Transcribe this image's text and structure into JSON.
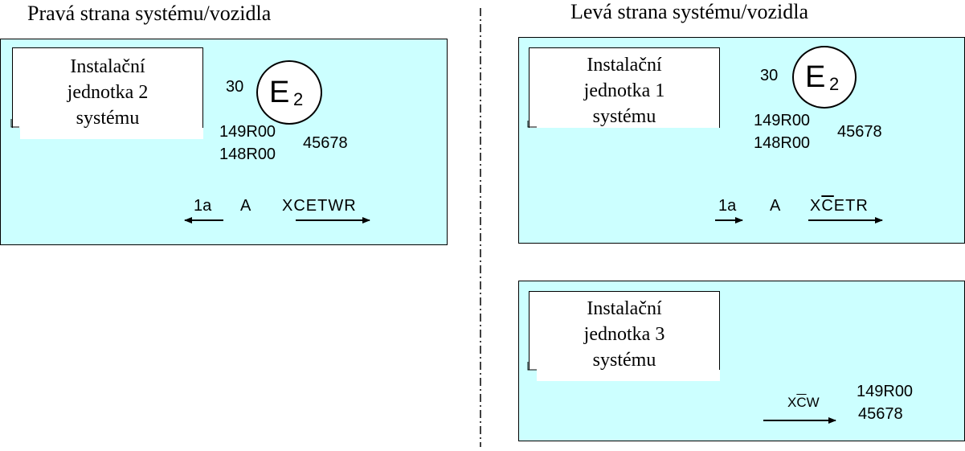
{
  "headings": {
    "right_side": "Pravá strana systému/vozidla",
    "left_side": "Levá strana systému/vozidla"
  },
  "panel_right": {
    "label_line1": "Instalační",
    "label_line2": "jednotka 2",
    "label_line3": "systému",
    "approval_number": "30",
    "circle_letter": "E",
    "circle_sub": "2",
    "reg1": "149R00",
    "reg2": "148R00",
    "serial": "45678",
    "code_1a": "1a",
    "code_a": "A",
    "code_main": "XCETWR"
  },
  "panel_left_top": {
    "label_line1": "Instalační",
    "label_line2": "jednotka 1",
    "label_line3": "systému",
    "approval_number": "30",
    "circle_letter": "E",
    "circle_sub": "2",
    "reg1": "149R00",
    "reg2": "148R00",
    "serial": "45678",
    "code_1a": "1a",
    "code_a": "A",
    "code_x": "X",
    "code_c": "C",
    "code_rest": "ETR"
  },
  "panel_left_bottom": {
    "label_line1": "Instalační",
    "label_line2": "jednotka 3",
    "label_line3": "systému",
    "code_x": "X",
    "code_c": "C",
    "code_w": "W",
    "reg1": "149R00",
    "serial": "45678"
  },
  "colors": {
    "panel_fill": "#ccffff",
    "label_fill": "#ffffff",
    "stroke": "#000000"
  }
}
